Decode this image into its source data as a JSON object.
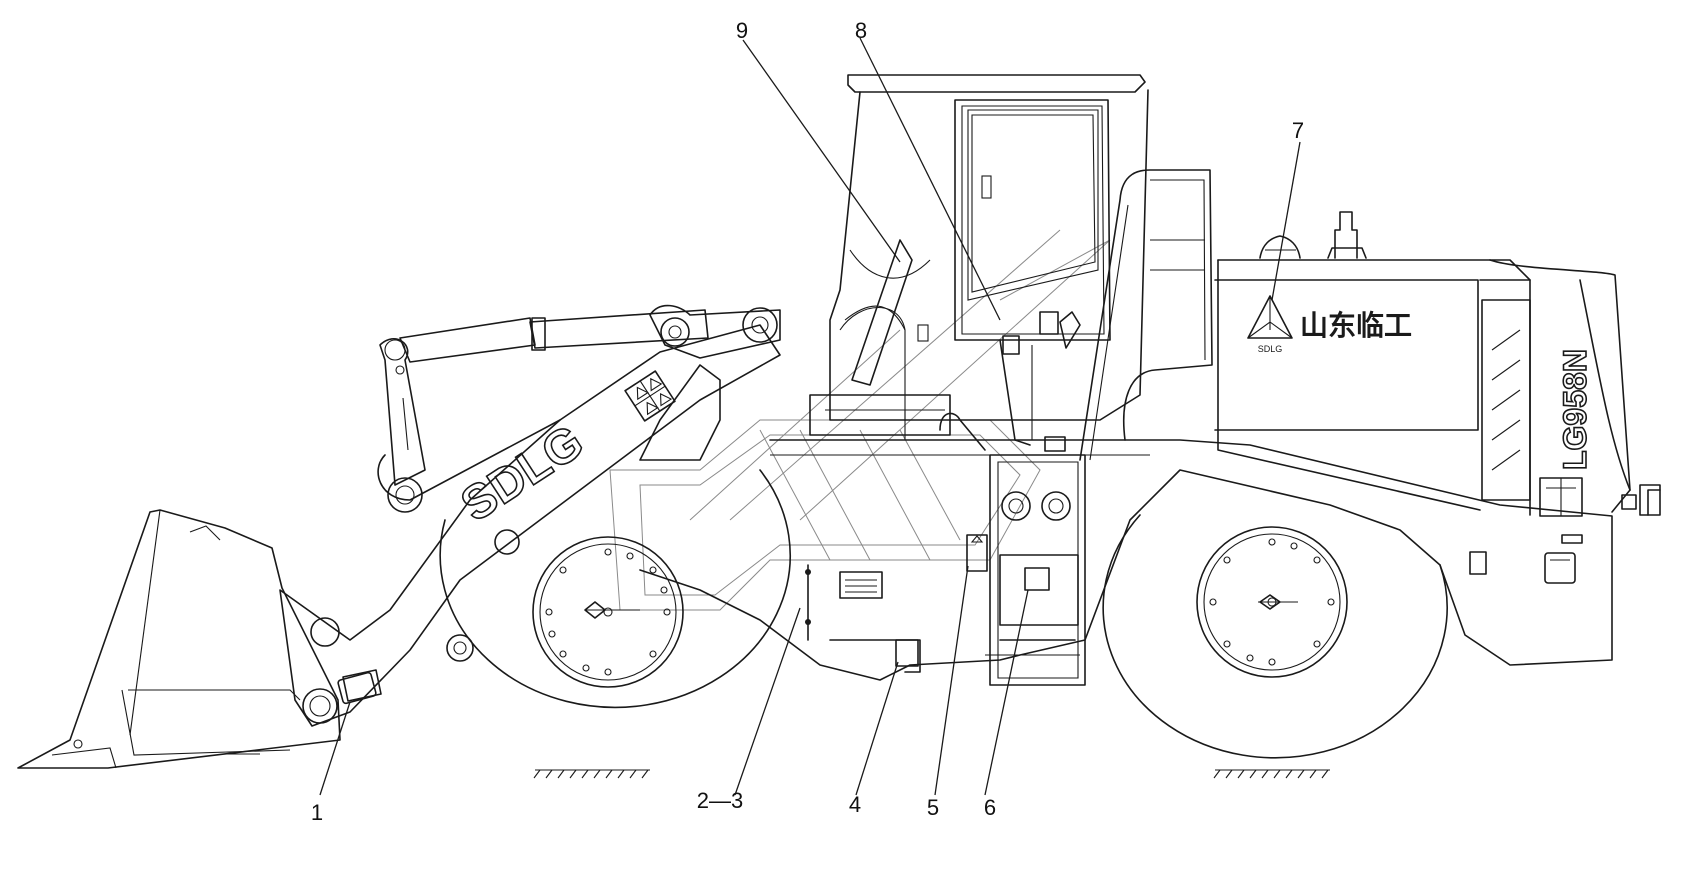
{
  "brand": {
    "boom_text": "SDLG",
    "logo_small_text": "SDLG",
    "hood_chinese_text": "山东临工",
    "model_text": "LG958N"
  },
  "callouts": [
    {
      "id": "c1",
      "label": "1"
    },
    {
      "id": "c23",
      "label": "2—3"
    },
    {
      "id": "c4",
      "label": "4"
    },
    {
      "id": "c5",
      "label": "5"
    },
    {
      "id": "c6",
      "label": "6"
    },
    {
      "id": "c7",
      "label": "7"
    },
    {
      "id": "c8",
      "label": "8"
    },
    {
      "id": "c9",
      "label": "9"
    }
  ]
}
